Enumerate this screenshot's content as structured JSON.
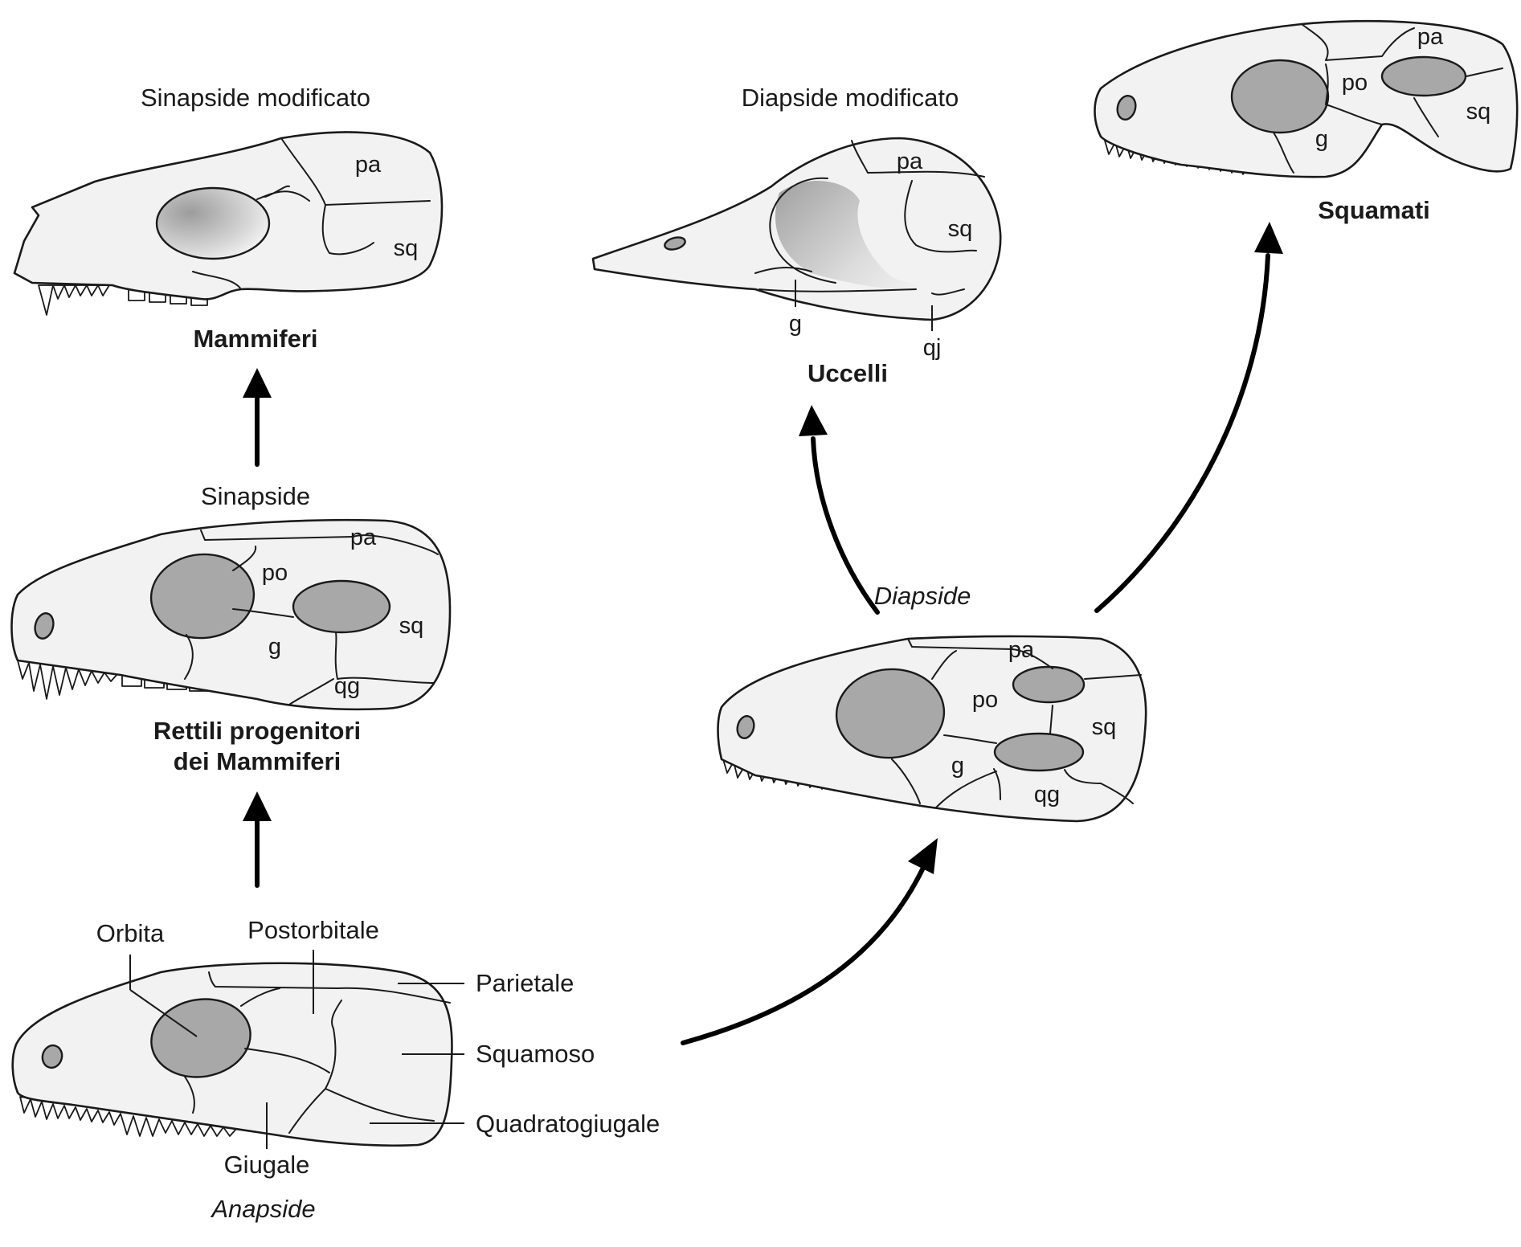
{
  "skulls": {
    "mammals": {
      "caption": "Sinapside modificato",
      "name": "Mammiferi",
      "bones": {
        "pa": "pa",
        "sq": "sq"
      }
    },
    "birds": {
      "caption": "Diapside modificato",
      "name": "Uccelli",
      "bones": {
        "pa": "pa",
        "sq": "sq",
        "g": "g",
        "qj": "qj"
      }
    },
    "squamates": {
      "name": "Squamati",
      "bones": {
        "pa": "pa",
        "po": "po",
        "sq": "sq",
        "g": "g"
      }
    },
    "synapsid": {
      "caption": "Sinapside",
      "name_line1": "Rettili progenitori",
      "name_line2": "dei Mammiferi",
      "bones": {
        "pa": "pa",
        "po": "po",
        "g": "g",
        "sq": "sq",
        "qg": "qg"
      }
    },
    "diapsid": {
      "caption": "Diapside",
      "bones": {
        "pa": "pa",
        "po": "po",
        "sq": "sq",
        "g": "g",
        "qg": "qg"
      }
    },
    "anapsid": {
      "caption": "Anapside",
      "labels": {
        "orbit": "Orbita",
        "postorbital": "Postorbitale",
        "parietal": "Parietale",
        "squamosal": "Squamoso",
        "quadratojugal": "Quadratogiugale",
        "jugal": "Giugale"
      }
    }
  },
  "colors": {
    "skull_fill": "#f2f2f2",
    "opening_fill": "#a8a8a8",
    "line": "#1a1a1a"
  }
}
